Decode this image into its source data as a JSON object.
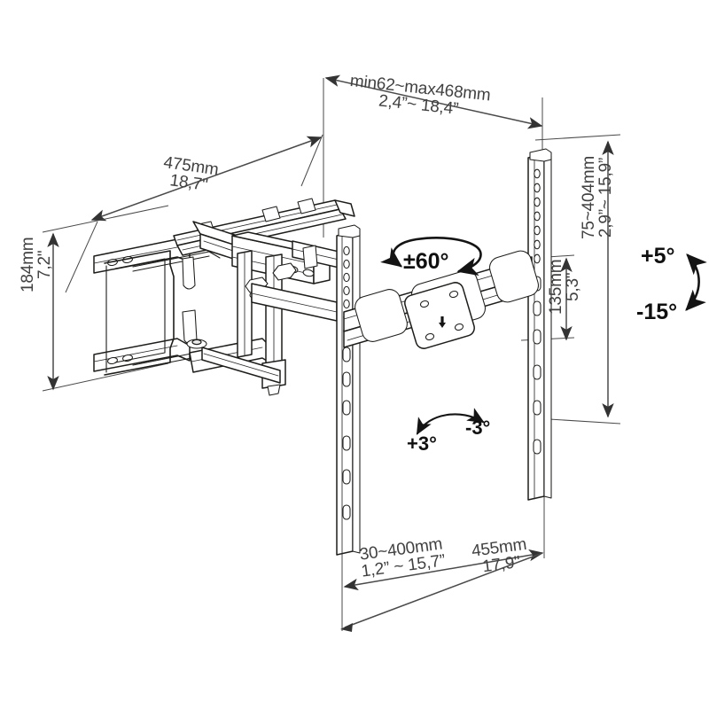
{
  "document": {
    "type": "technical-line-drawing",
    "subject": "full-motion articulating TV wall mount",
    "view": "isometric with dimension callouts"
  },
  "dimensions": {
    "extension": {
      "mm": "min62~max468mm",
      "inch": "2,4”~ 18,4”"
    },
    "arm_length": {
      "mm": "475mm",
      "inch": "18,7\""
    },
    "wall_plate_height": {
      "mm": "184mm",
      "inch": "7,2\""
    },
    "vertical_rail_range": {
      "mm": "75~404mm",
      "inch": "2,9”~ 15,9”"
    },
    "bracket_spacing": {
      "mm": "135mm",
      "inch": "5,3\""
    },
    "depth_range": {
      "mm": "30~400mm",
      "inch": "1,2” ~ 15,7”"
    },
    "bracket_width": {
      "mm": "455mm",
      "inch": "17,9\""
    }
  },
  "angles": {
    "swivel": "±60°",
    "tilt_up": "+5°",
    "tilt_down": "-15°",
    "level_left": "+3°",
    "level_right": "-3°"
  },
  "colors": {
    "line": "#1d1d1b",
    "dimension_line": "#4a4a4a",
    "dimension_text": "#414141",
    "angle_text": "#101010",
    "background": "#ffffff"
  }
}
